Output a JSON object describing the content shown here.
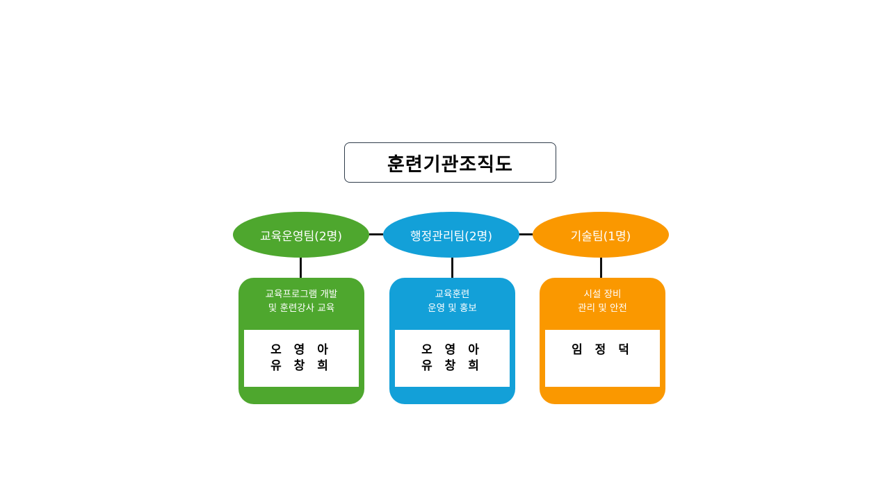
{
  "title": "훈련기관조직도",
  "colors": {
    "green": "#4EA72E",
    "blue": "#13A0D8",
    "orange": "#FA9800",
    "line": "#111111"
  },
  "teams": [
    {
      "name": "교육운영팀(2명)",
      "color": "#4EA72E",
      "description": [
        "교육프로그램 개발",
        "및 훈련강사 교육"
      ],
      "members": [
        "오영아",
        "유창희"
      ],
      "members_display": [
        "오 영 아",
        "유 창 희"
      ]
    },
    {
      "name": "행정관리팀(2명)",
      "color": "#13A0D8",
      "description": [
        "교육훈련",
        "운영 및 홍보"
      ],
      "members": [
        "오영아",
        "유창희"
      ],
      "members_display": [
        "오 영 아",
        "유 창 희"
      ]
    },
    {
      "name": "기술팀(1명)",
      "color": "#FA9800",
      "description": [
        "시설 장비",
        "관리 및 안전"
      ],
      "members": [
        "임정덕"
      ],
      "members_display": [
        "임 정 덕"
      ]
    }
  ]
}
